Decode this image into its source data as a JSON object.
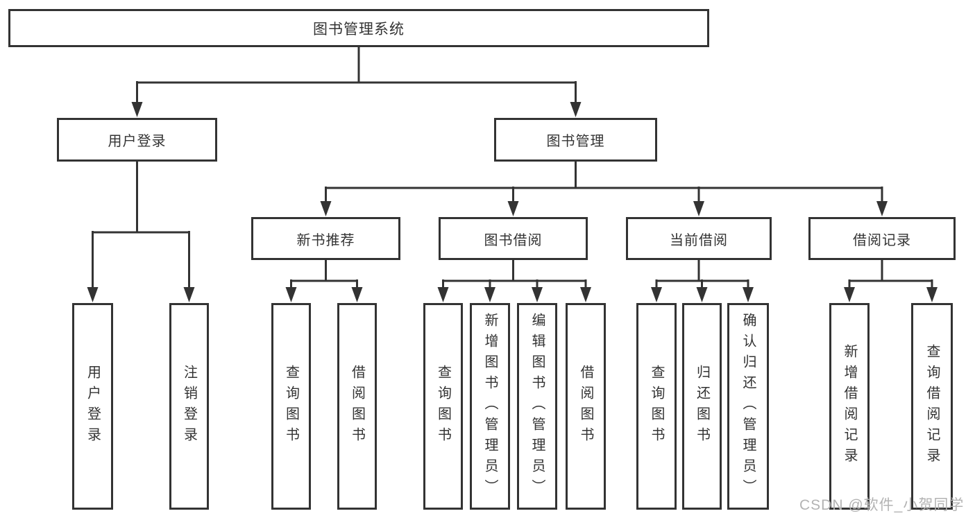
{
  "diagram": {
    "root": "图书管理系统",
    "level1": [
      "用户登录",
      "图书管理"
    ],
    "level2": [
      "新书推荐",
      "图书借阅",
      "当前借阅",
      "借阅记录"
    ],
    "leaves": [
      "用户登录",
      "注销登录",
      "查询图书",
      "借阅图书",
      "查询图书",
      "新增图书（管理员）",
      "编辑图书（管理员）",
      "借阅图书",
      "查询图书",
      "归还图书",
      "确认归还（管理员）",
      "新增借阅记录",
      "查询借阅记录"
    ]
  },
  "watermark": "CSDN @软件_小贺同学",
  "colors": {
    "line": "#333333",
    "box_border": "#333333",
    "text": "#333333",
    "watermark": "#b3b3b3",
    "background": "#ffffff"
  }
}
